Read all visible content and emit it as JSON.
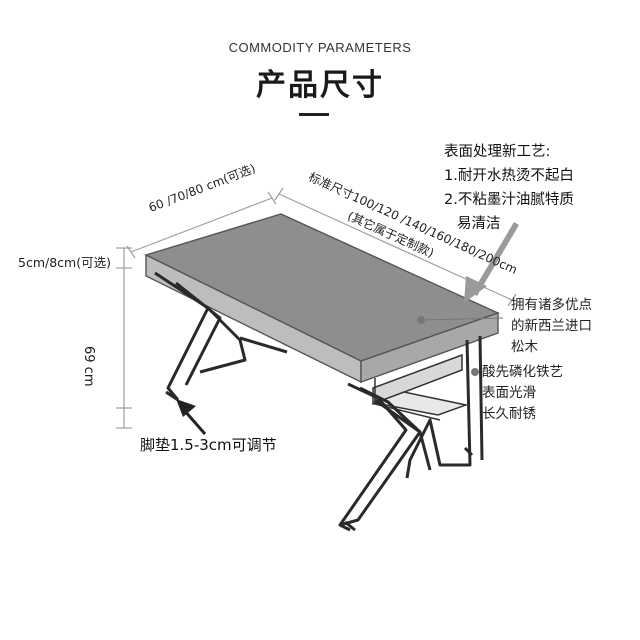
{
  "header": {
    "subtitle_en": "COMMODITY PARAMETERS",
    "title_cn": "产品尺寸"
  },
  "dimensions": {
    "depth": "60 /70/80 cm(可选)",
    "width_line1": "标准尺寸100/120 /140/160/180/200cm",
    "width_line2": "(其它属于定制款)",
    "thickness": "5cm/8cm(可选)",
    "height": "69 cm",
    "foot_pad": "脚垫1.5-3cm可调节"
  },
  "annotations": {
    "surface_title": "表面处理新工艺:",
    "surface_items": [
      "1.耐开水热烫不起白",
      "2.不粘墨汁油腻特质",
      "易清洁"
    ],
    "wood": [
      "拥有诸多优点",
      "的新西兰进口",
      "松木"
    ],
    "frame": [
      "酸先磷化铁艺",
      "表面光滑",
      "长久耐锈"
    ]
  },
  "colors": {
    "tabletop": "#8e8e8e",
    "tabletop_edge": "#bdbdbd",
    "frame": "#2a2a2a",
    "arrow": "#9a9a9a",
    "dim_line": "#9e9e9e",
    "text": "#222222"
  }
}
